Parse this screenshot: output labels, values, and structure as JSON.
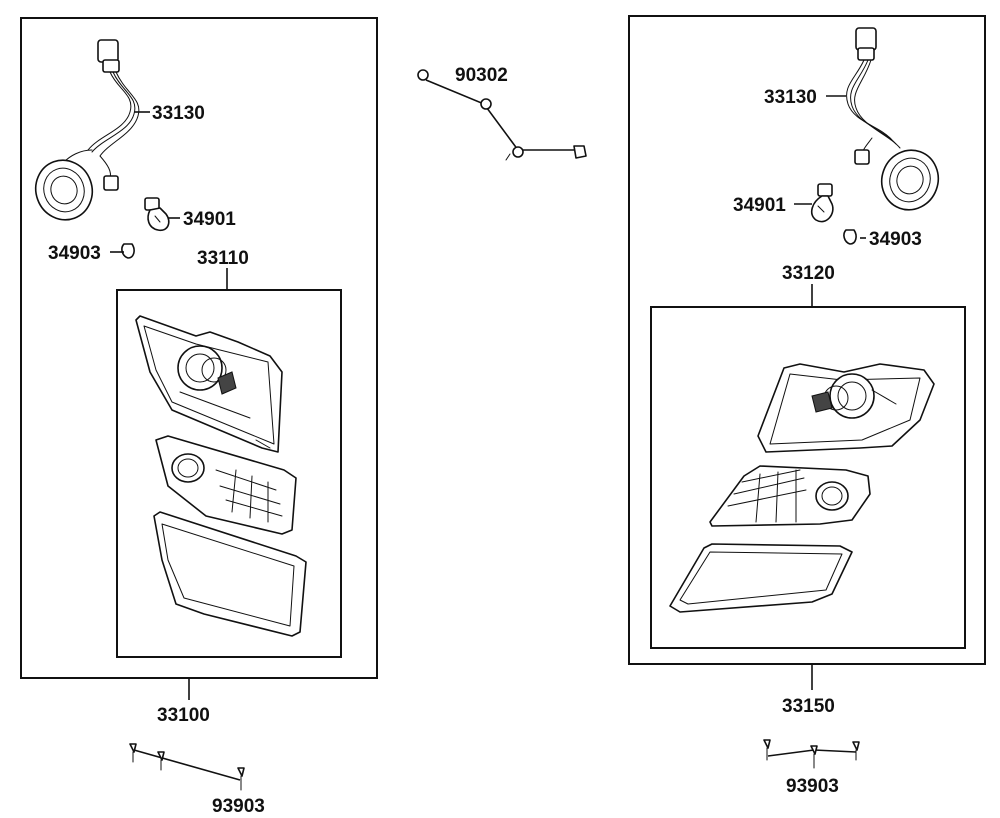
{
  "labels": {
    "wiring_harness_left": "33130",
    "bulb_large_left": "34901",
    "bulb_small_left": "34903",
    "lens_unit_left": "33110",
    "headlamp_assembly_left": "33100",
    "screws_left": "93903",
    "adjuster": "90302",
    "wiring_harness_right": "33130",
    "bulb_large_right": "34901",
    "bulb_small_right": "34903",
    "lens_unit_right": "33120",
    "headlamp_assembly_right": "33150",
    "screws_right": "93903"
  },
  "icons": {
    "harness": "wiring-harness-icon",
    "bulb": "bulb-icon",
    "housing": "headlamp-housing-icon",
    "reflector": "reflector-icon",
    "lens": "lens-icon",
    "screw": "screw-icon",
    "adjuster": "adjuster-rod-icon"
  }
}
